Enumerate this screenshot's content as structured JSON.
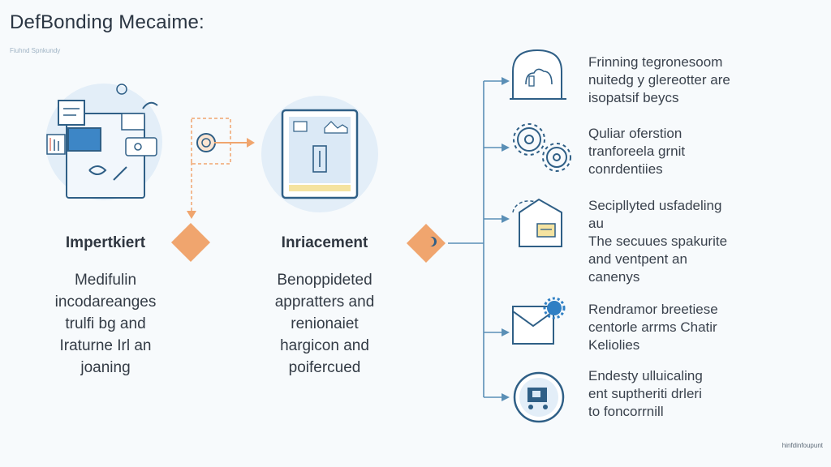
{
  "title": "DefBonding Mecaime:",
  "subtitle": "Fiuhnd Spnkundy",
  "stages": [
    {
      "heading": "Impertkiert",
      "lines": [
        "Medifulin",
        "incodareanges",
        "trulfi bg and",
        "Iraturne Irl an",
        "joaning"
      ],
      "icon": "office-tools-icon"
    },
    {
      "heading": "Inriacement",
      "lines": [
        "Benoppideted",
        "appratters and",
        "renionaiet",
        "hargicon and",
        "poifercued"
      ],
      "icon": "document-card-icon"
    }
  ],
  "connector_icon": "coin-transfer-icon",
  "items": [
    {
      "icon": "cloud-dome-icon",
      "lines": [
        "Frinning tegronesoom",
        "nuitedg y glereotter are",
        "isopatsif beycs"
      ]
    },
    {
      "icon": "gears-icon",
      "lines": [
        "Quliar oferstion",
        "tranforeela grnit",
        "conrdentiies"
      ]
    },
    {
      "icon": "secure-box-icon",
      "lines": [
        "Secipllyted usfadeling",
        "au",
        "The secuues spakurite",
        "and ventpent an",
        "canenys"
      ]
    },
    {
      "icon": "envelope-gear-icon",
      "lines": [
        "Rendramor breetiese",
        "centorle arrms Chatir",
        "Keliolies"
      ]
    },
    {
      "icon": "cart-circle-icon",
      "lines": [
        "Endesty ulluicaling",
        "ent suptheriti drleri",
        "to foncorrnill"
      ]
    }
  ],
  "footer": "hinfdinfoupunt",
  "colors": {
    "accent_orange": "#f0a56e",
    "line_blue": "#5a8fb6",
    "circle_fill": "#e4eff9",
    "icon_dark": "#2f5f86"
  }
}
